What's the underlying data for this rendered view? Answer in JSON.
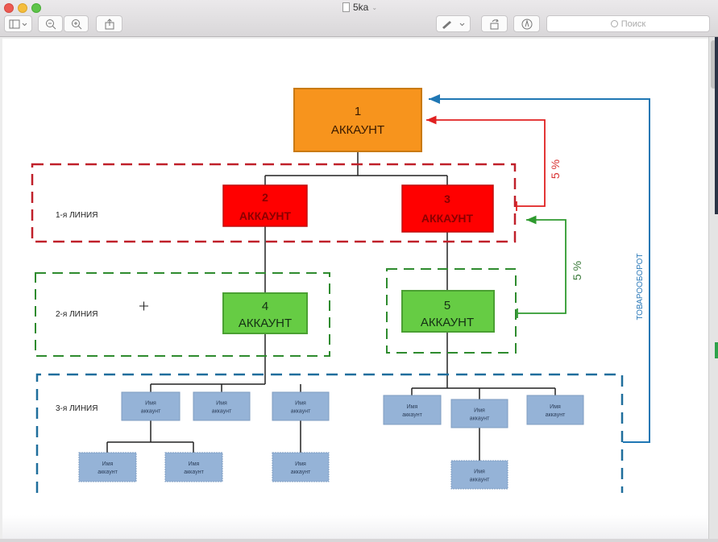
{
  "window": {
    "title": "5ka",
    "toolbar": {
      "sidebar_toggle": "sidebar-icon",
      "zoom_out": "zoom-out-icon",
      "zoom_in": "zoom-in-icon",
      "share": "share-icon",
      "markup": "pen-icon",
      "rotate": "rotate-icon",
      "annotate": "annotate-icon",
      "search_placeholder": "Поиск"
    }
  },
  "diagram": {
    "colors": {
      "root": "#f7941d",
      "line1": "#ff0000",
      "line2": "#66cc44",
      "line3": "#95b3d7",
      "line1_border": "#c0202a",
      "line2_border": "#2e8b2e",
      "line3_border": "#1f6e9c",
      "turnover_arrow": "#1f77b4"
    },
    "root": {
      "number": "1",
      "label": "АККАУНТ"
    },
    "levels": [
      {
        "label": "1-я ЛИНИЯ",
        "nodes": [
          {
            "number": "2",
            "label": "АККАУНТ"
          },
          {
            "number": "3",
            "label": "АККАУНТ"
          }
        ]
      },
      {
        "label": "2-я ЛИНИЯ",
        "nodes": [
          {
            "number": "4",
            "label": "АККАУНТ"
          },
          {
            "number": "5",
            "label": "АККАУНТ"
          }
        ]
      },
      {
        "label": "3-я ЛИНИЯ"
      }
    ],
    "leaf_label_line1": "Имя",
    "leaf_label_line2": "аккаунт",
    "leaves_count": 10,
    "arrows": [
      {
        "label": "5 %",
        "from": "1-я ЛИНИЯ",
        "to": "1"
      },
      {
        "label": "5 %",
        "from": "2-я ЛИНИЯ",
        "to": "1-я ЛИНИЯ"
      },
      {
        "label": "ТОВАРООБОРОТ",
        "from": "3-я ЛИНИЯ",
        "to": "1"
      }
    ]
  }
}
